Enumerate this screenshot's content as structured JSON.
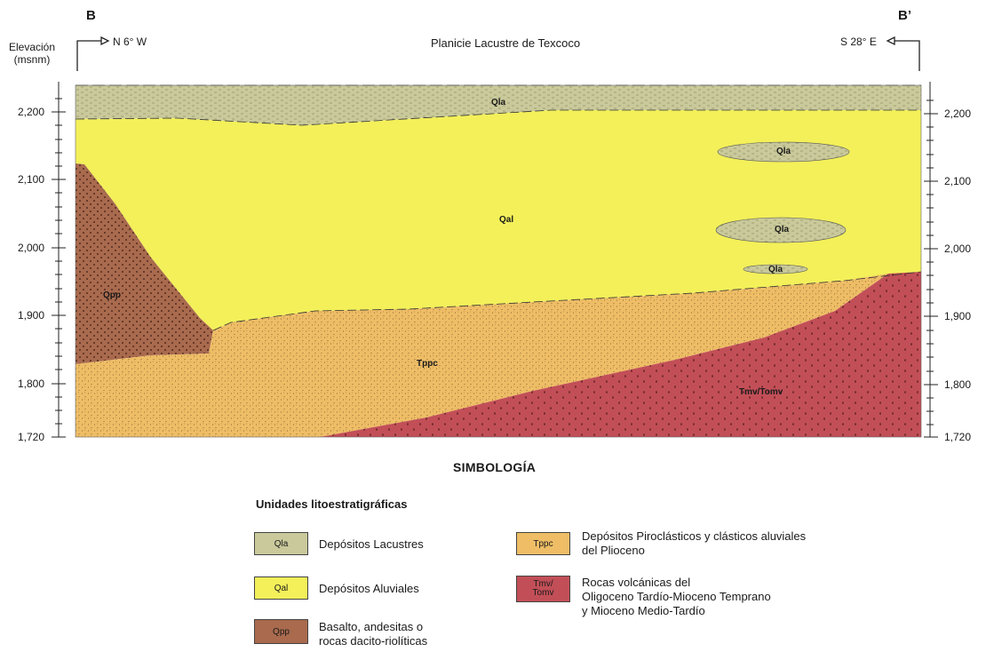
{
  "section": {
    "start_letter": "B",
    "end_letter": "B’",
    "start_direction": "N 6° W",
    "end_direction": "S 28° E",
    "title": "Planicie Lacustre de Texcoco"
  },
  "axis": {
    "label_line1": "Elevación",
    "label_line2": "(msnm)",
    "ticks": [
      "2,200",
      "2,100",
      "2,000",
      "1,900",
      "1,800",
      "1,720"
    ]
  },
  "units_in_section": {
    "qla_top": "Qla",
    "qla_lens1": "Qla",
    "qla_lens2": "Qla",
    "qla_lens3": "Qla",
    "qal": "Qal",
    "qpp": "Qpp",
    "tppc": "Tppc",
    "tmv": "Tmv/Tomv"
  },
  "legend": {
    "title": "SIMBOLOGÍA",
    "subtitle": "Unidades litoestratigráficas",
    "items": [
      {
        "code": "Qla",
        "lines": [
          "Depósitos Lacustres"
        ],
        "color": "#c9c99b"
      },
      {
        "code": "Qal",
        "lines": [
          "Depósitos Aluviales"
        ],
        "color": "#f3f05a"
      },
      {
        "code": "Qpp",
        "lines": [
          "Basalto, andesitas o",
          "rocas dacito-riolíticas"
        ],
        "color": "#a96a4e"
      },
      {
        "code": "Tppc",
        "lines": [
          "Depósitos Piroclásticos y clásticos aluviales",
          "del Plioceno"
        ],
        "color": "#eebd66"
      },
      {
        "code_line1": "Tmv/",
        "code_line2": "Tomv",
        "lines": [
          "Rocas volcánicas del",
          "Oligoceno Tardío-Mioceno Temprano",
          "y Mioceno Medio-Tardío"
        ],
        "color": "#c24f57"
      }
    ]
  }
}
